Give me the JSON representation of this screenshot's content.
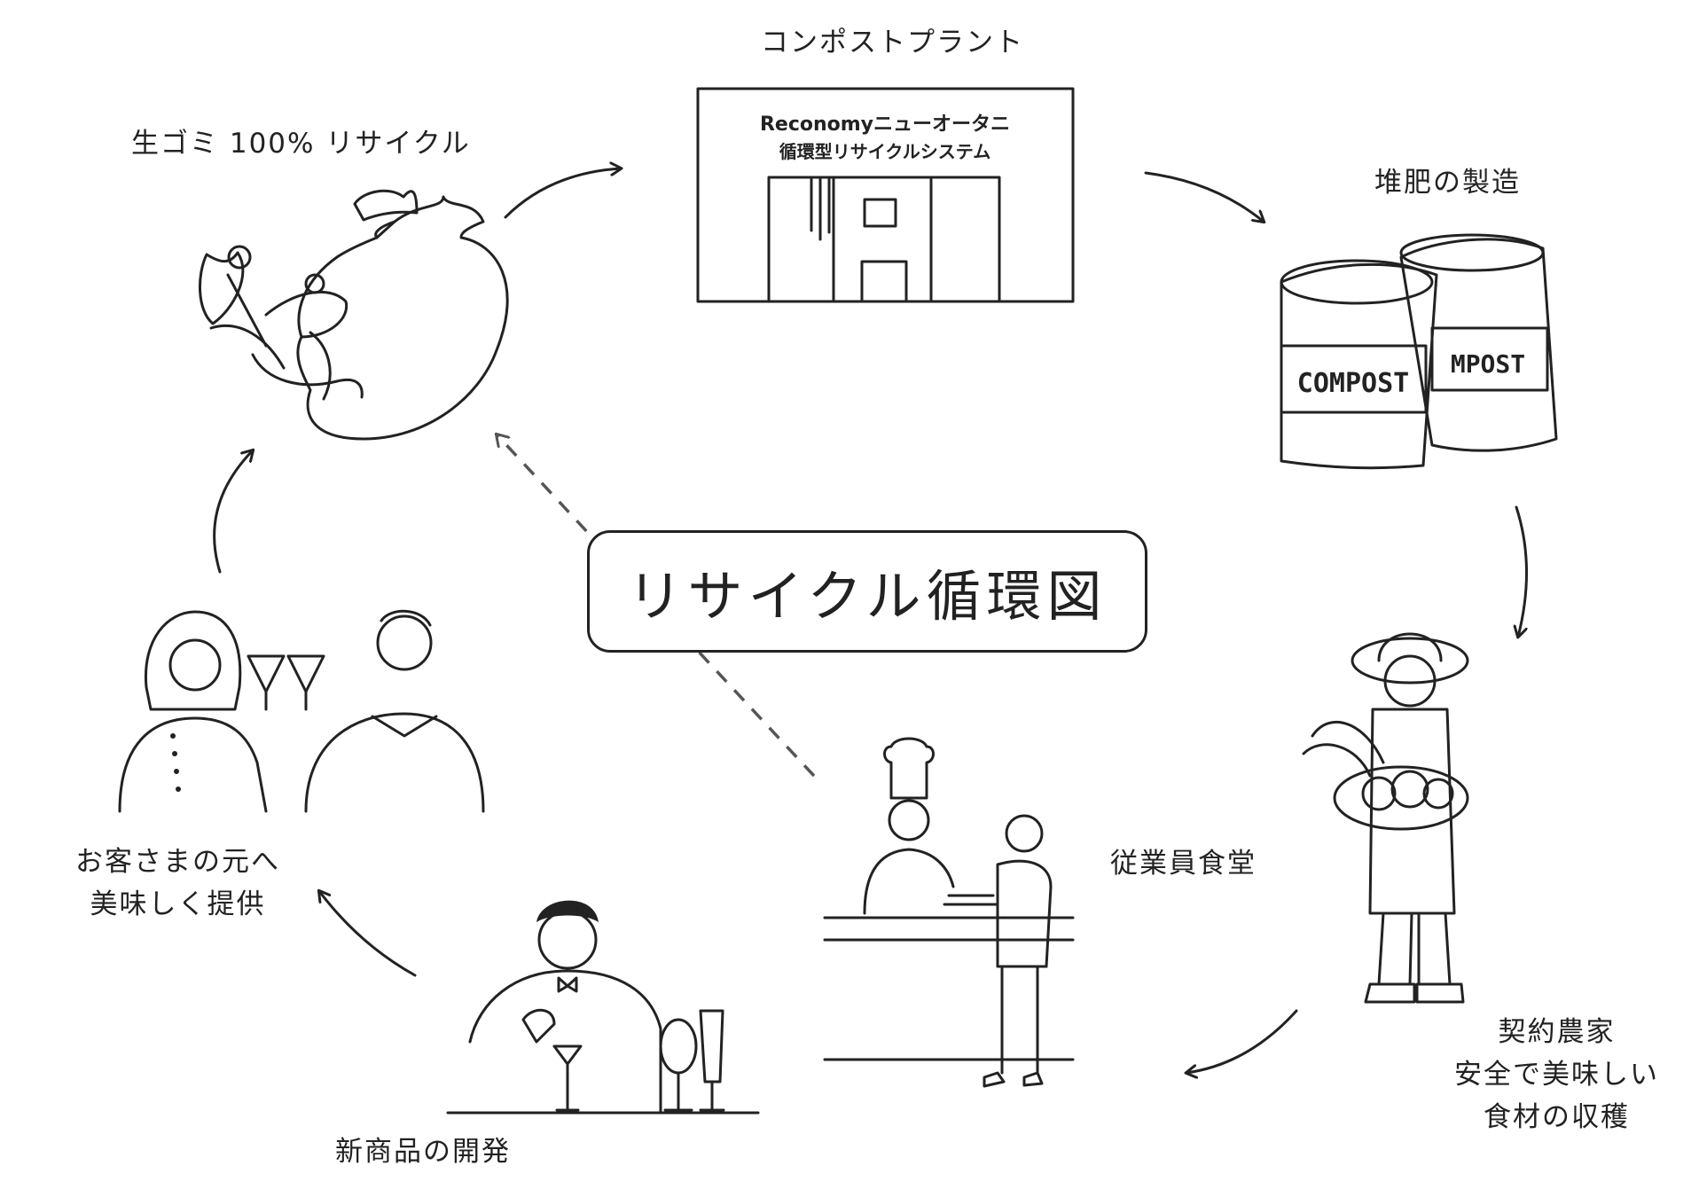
{
  "title": "リサイクル循環図",
  "nodes": {
    "raw_garbage": "生ゴミ 100% リサイクル",
    "compost_plant": "コンポストプラント",
    "compost_making": "堆肥の製造",
    "farmer": [
      "契約農家",
      "安全で美味しい",
      "食材の収穫"
    ],
    "cafeteria": "従業員食堂",
    "new_products": "新商品の開発",
    "customers": [
      "お客さまの元へ",
      "美味しく提供"
    ]
  },
  "plant_sign": [
    "Reconomyニューオータニ",
    "循環型リサイクルシステム"
  ],
  "bag_label": [
    "COMPOST",
    "MPOST"
  ],
  "colors": {
    "ink": "#222222",
    "dashed_arrow": "#555555"
  }
}
